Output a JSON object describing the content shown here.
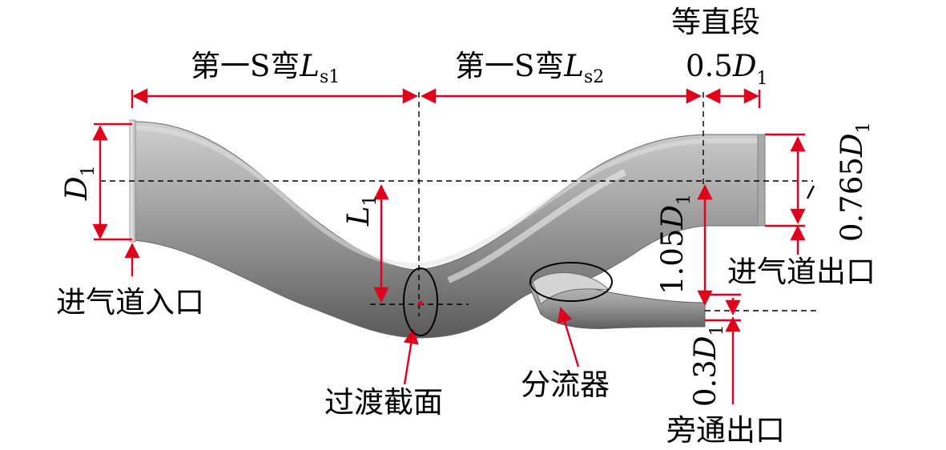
{
  "labels": {
    "first_s_bend_1_prefix": "第一S弯",
    "first_s_bend_1_var": "L",
    "first_s_bend_1_sub": "s1",
    "first_s_bend_2_prefix": "第一S弯",
    "first_s_bend_2_var": "L",
    "first_s_bend_2_sub": "s2",
    "straight_section": "等直段",
    "straight_len_coef": "0.5",
    "straight_len_var": "D",
    "straight_len_sub": "1",
    "inlet_diameter_var": "D",
    "inlet_diameter_sub": "1",
    "offset_var": "L",
    "offset_sub": "1",
    "outlet_height_coef": "0.765",
    "outlet_height_var": "D",
    "outlet_height_sub": "1",
    "split_offset_coef": "1.05",
    "split_offset_var": "D",
    "split_offset_sub": "1",
    "bypass_height_coef": "0.3",
    "bypass_height_var": "D",
    "bypass_height_sub": "1",
    "inlet": "进气道入口",
    "outlet": "进气道出口",
    "transition_section": "过渡截面",
    "splitter": "分流器",
    "bypass_outlet": "旁通出口"
  },
  "colors": {
    "dimension": "#e3001b",
    "duct_light": "#d8d8d8",
    "duct_mid": "#9a9a9a",
    "duct_dark": "#565656",
    "text": "#000000"
  }
}
